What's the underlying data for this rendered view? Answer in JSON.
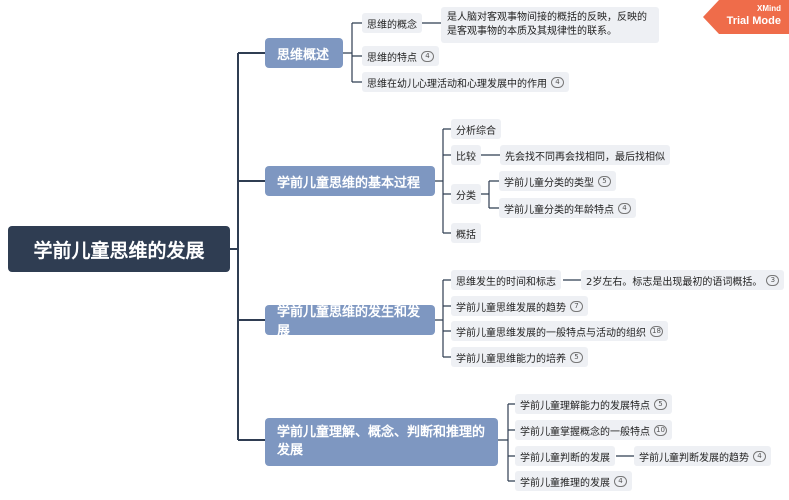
{
  "watermark": {
    "brand": "XMind",
    "mode": "Trial Mode"
  },
  "root": {
    "label": "学前儿童思维的发展"
  },
  "branches": [
    {
      "label": "思维概述",
      "children": [
        {
          "label": "思维的概念",
          "detail": "是人脑对客观事物间接的概括的反映，反映的是客观事物的本质及其规律性的联系。"
        },
        {
          "label": "思维的特点",
          "badge": "4"
        },
        {
          "label": "思维在幼儿心理活动和心理发展中的作用",
          "badge": "4"
        }
      ]
    },
    {
      "label": "学前儿童思维的基本过程",
      "children": [
        {
          "label": "分析综合"
        },
        {
          "label": "比较",
          "detail": "先会找不同再会找相同，最后找相似"
        },
        {
          "label": "分类",
          "children": [
            {
              "label": "学前儿童分类的类型",
              "badge": "5"
            },
            {
              "label": "学前儿童分类的年龄特点",
              "badge": "4"
            }
          ]
        },
        {
          "label": "概括"
        }
      ]
    },
    {
      "label": "学前儿童思维的发生和发展",
      "children": [
        {
          "label": "思维发生的时间和标志",
          "detail": "2岁左右。标志是出现最初的语词概括。",
          "detail_badge": "3"
        },
        {
          "label": "学前儿童思维发展的趋势",
          "badge": "7"
        },
        {
          "label": "学前儿童思维发展的一般特点与活动的组织",
          "badge": "18"
        },
        {
          "label": "学前儿童思维能力的培养",
          "badge": "5"
        }
      ]
    },
    {
      "label_line1": "学前儿童理解、概念、判断和推理的",
      "label_line2": "发展",
      "children": [
        {
          "label": "学前儿童理解能力的发展特点",
          "badge": "5"
        },
        {
          "label": "学前儿童掌握概念的一般特点",
          "badge": "10"
        },
        {
          "label": "学前儿童判断的发展",
          "detail": "学前儿童判断发展的趋势",
          "detail_badge": "4"
        },
        {
          "label": "学前儿童推理的发展",
          "badge": "4"
        }
      ]
    }
  ]
}
